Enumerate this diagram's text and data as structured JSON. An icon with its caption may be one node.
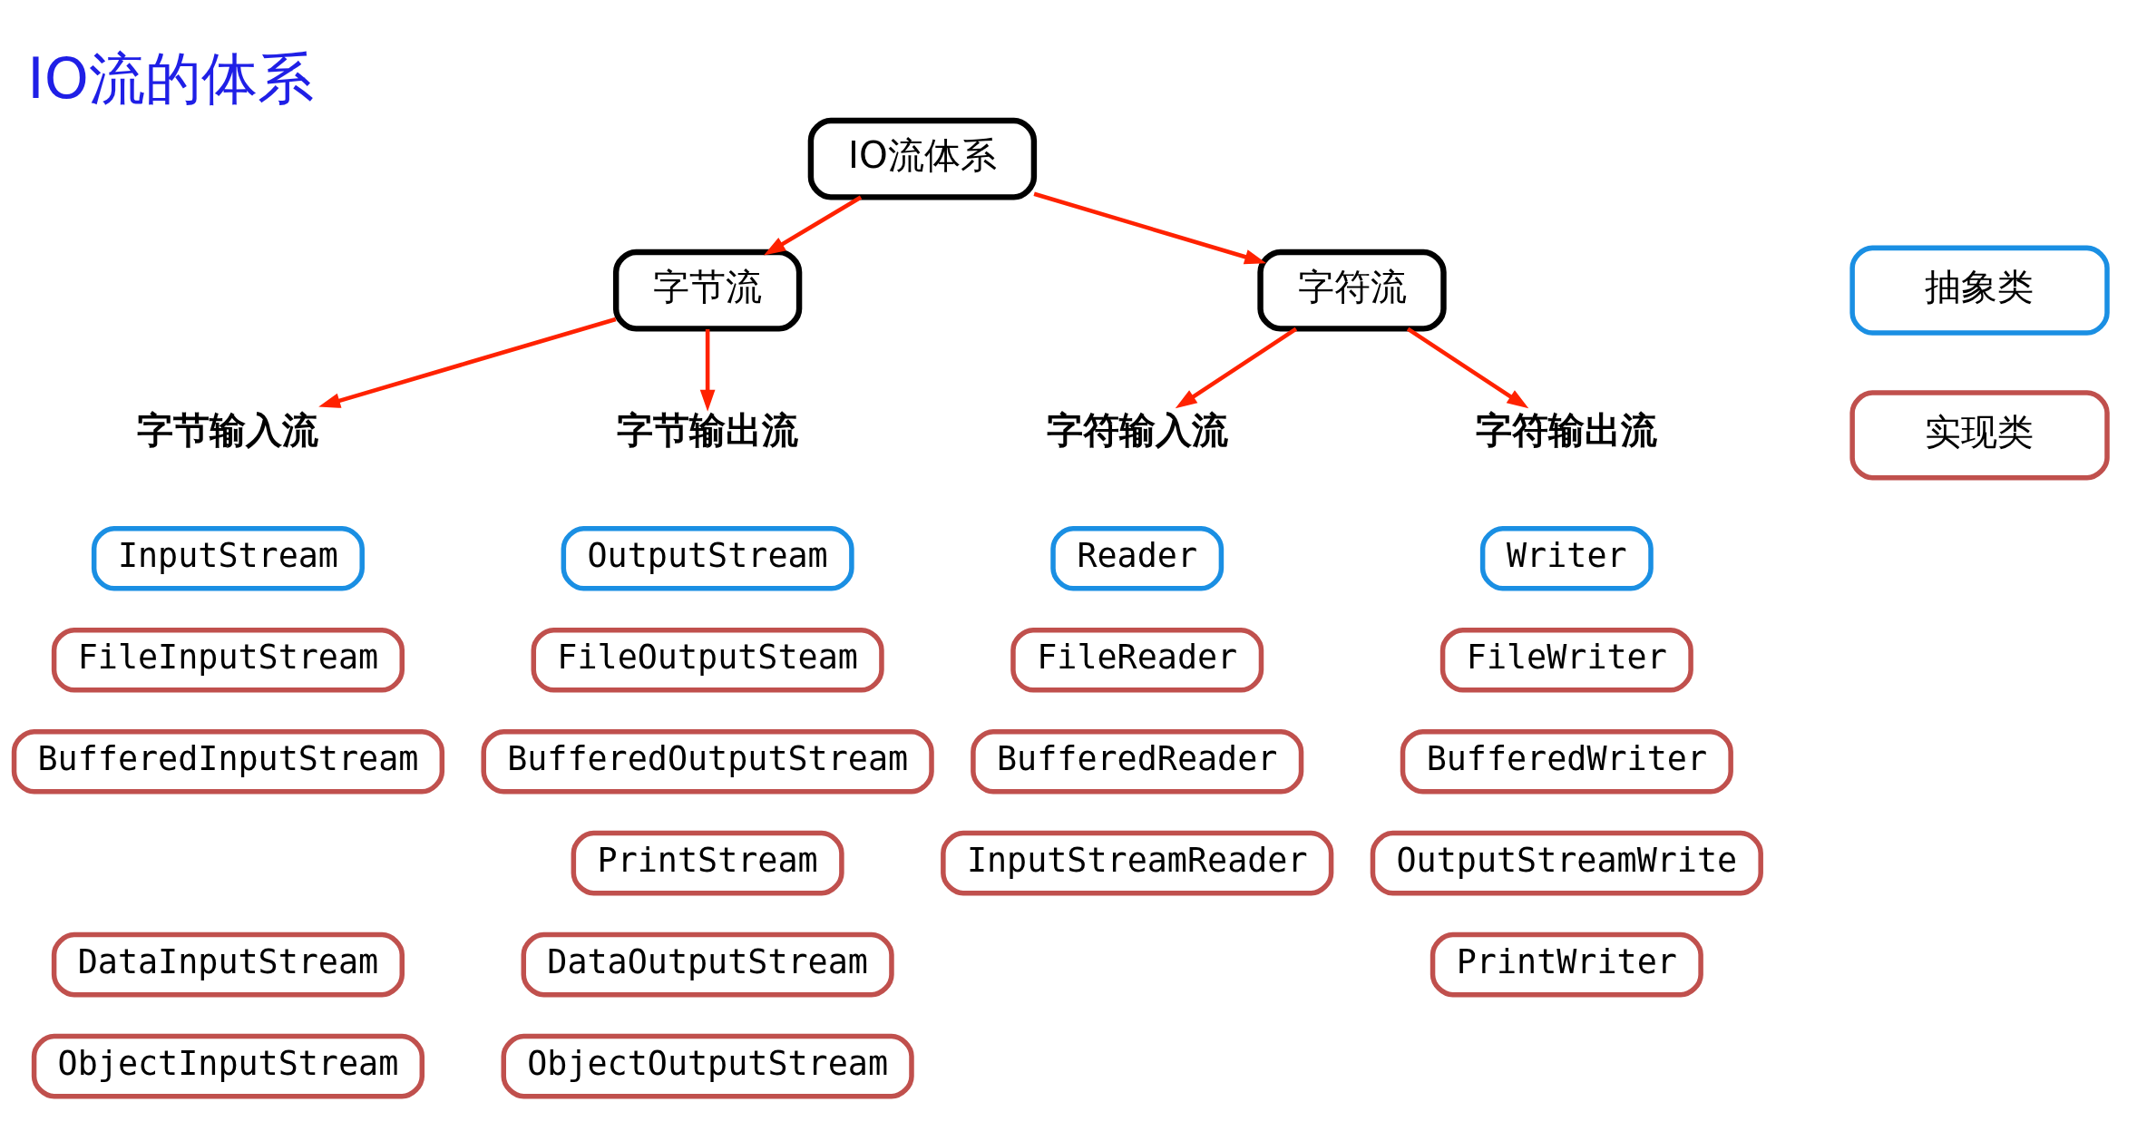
{
  "diagram": {
    "title": "IO流的体系",
    "nodes": [
      {
        "text": [
          "IO流体系"
        ]
      },
      {
        "text": [
          "字节流"
        ]
      },
      {
        "text": [
          "字符流"
        ]
      },
      {
        "text": [
          "字节输入流"
        ]
      },
      {
        "text": [
          "字节输出流"
        ]
      },
      {
        "text": [
          "字符输入流"
        ]
      },
      {
        "text": [
          "字符输出流"
        ]
      },
      {
        "text": [
          "InputStream"
        ]
      },
      {
        "text": [
          "FileInputStream"
        ]
      },
      {
        "text": [
          "BufferedInputStream"
        ]
      },
      {
        "text": [
          "DataInputStream"
        ]
      },
      {
        "text": [
          "ObjectInputStream"
        ]
      },
      {
        "text": [
          "OutputStream"
        ]
      },
      {
        "text": [
          "FileOutputSteam"
        ]
      },
      {
        "text": [
          "BufferedOutputStream"
        ]
      },
      {
        "text": [
          "PrintStream"
        ]
      },
      {
        "text": [
          "DataOutputStream"
        ]
      },
      {
        "text": [
          "ObjectOutputStream"
        ]
      },
      {
        "text": [
          "Reader"
        ]
      },
      {
        "text": [
          "FileReader"
        ]
      },
      {
        "text": [
          "BufferedReader"
        ]
      },
      {
        "text": [
          "InputStreamReader"
        ]
      },
      {
        "text": [
          "Writer"
        ]
      },
      {
        "text": [
          "FileWriter"
        ]
      },
      {
        "text": [
          "BufferedWriter"
        ]
      },
      {
        "text": [
          "OutputStreamWrite"
        ]
      },
      {
        "text": [
          "PrintWriter"
        ]
      }
    ],
    "edges": [
      {
        "from": 0,
        "to": 1,
        "arrow": "to"
      },
      {
        "from": 0,
        "to": 2,
        "arrow": "to"
      },
      {
        "from": 1,
        "to": 3,
        "arrow": "to"
      },
      {
        "from": 1,
        "to": 4,
        "arrow": "to"
      },
      {
        "from": 2,
        "to": 5,
        "arrow": "to"
      },
      {
        "from": 2,
        "to": 6,
        "arrow": "to"
      }
    ],
    "legend": [
      {
        "text": "抽象类",
        "color": "#1a8fe3"
      },
      {
        "text": "实现类",
        "color": "#c0504d"
      }
    ]
  }
}
